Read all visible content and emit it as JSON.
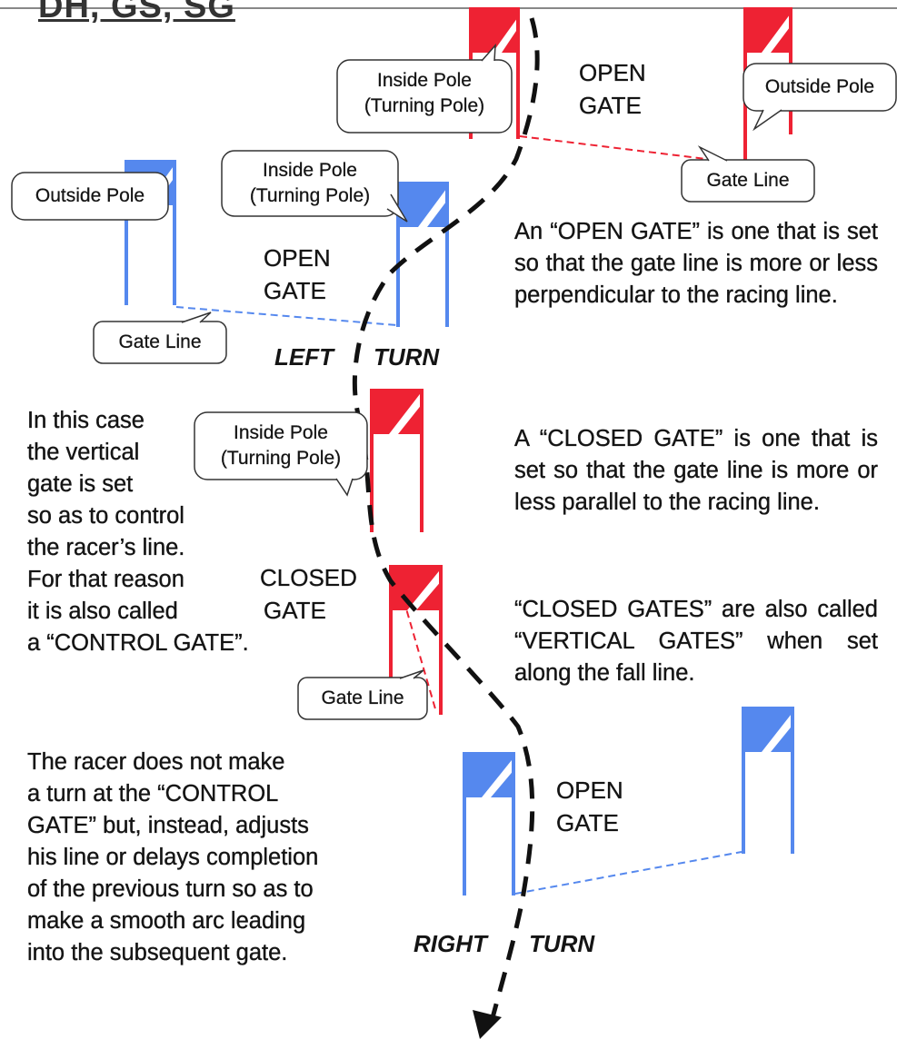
{
  "title": "DH, GS, SG",
  "gates": [
    {
      "label_line1": "OPEN",
      "label_line2": "GATE",
      "color": "#ee2233"
    },
    {
      "label_line1": "OPEN",
      "label_line2": "GATE",
      "color": "#5588ee"
    },
    {
      "label_line1": "CLOSED",
      "label_line2": "GATE",
      "color": "#ee2233"
    },
    {
      "label_line1": "OPEN",
      "label_line2": "GATE",
      "color": "#5588ee"
    }
  ],
  "callouts": {
    "inside_pole_1": [
      "Inside Pole",
      "(Turning Pole)"
    ],
    "outside_pole_1": "Outside Pole",
    "gate_line_1": "Gate Line",
    "outside_pole_2": "Outside Pole",
    "inside_pole_2": [
      "Inside Pole",
      "(Turning Pole)"
    ],
    "gate_line_2": "Gate Line",
    "inside_pole_3": [
      "Inside Pole",
      "(Turning Pole)"
    ],
    "gate_line_3": "Gate Line"
  },
  "turns": {
    "left_a": "LEFT",
    "left_b": "TURN",
    "right_a": "RIGHT",
    "right_b": "TURN"
  },
  "paragraphs": {
    "open_gate_def": "An “OPEN GATE” is one that is set so that the gate line is more or less perpendicular to the racing line.",
    "closed_gate_def": "A “CLOSED GATE” is one that is set so that the gate line is more or less parallel to the racing line.",
    "vertical_gates": "“CLOSED GATES” are also called “VERTICAL GATES” when set along the fall line.",
    "control_gate": [
      "In this case",
      "the vertical",
      "gate is set",
      "so as to control",
      "the racer’s line.",
      "For that reason",
      "it is also called",
      "a “CONTROL GATE”."
    ],
    "racer_note": [
      "The racer does not make",
      "a turn at the “CONTROL",
      "GATE” but, instead, adjusts",
      "his line or delays completion",
      "of the previous turn so as to",
      "make a smooth arc leading",
      "into the subsequent gate."
    ]
  },
  "colors": {
    "red_gate": "#ee2233",
    "blue_gate": "#5588ee",
    "racing_line": "#111111"
  }
}
